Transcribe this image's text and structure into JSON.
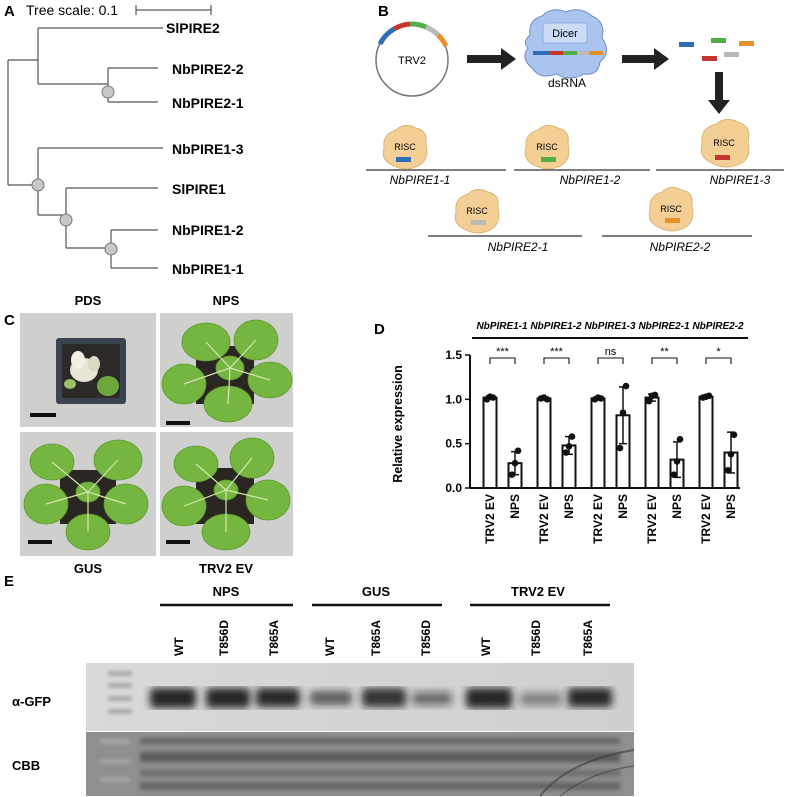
{
  "panel_labels": {
    "a": "A",
    "b": "B",
    "c": "C",
    "d": "D",
    "e": "E"
  },
  "panel_a": {
    "tree_scale": "Tree scale: 0.1",
    "leaves": [
      "SlPIRE2",
      "NbPIRE2-2",
      "NbPIRE2-1",
      "NbPIRE1-3",
      "SlPIRE1",
      "NbPIRE1-2",
      "NbPIRE1-1"
    ]
  },
  "panel_b": {
    "vector": "TRV2",
    "dicer": "Dicer",
    "dsrna": "dsRNA",
    "risc": "RISC",
    "targets": [
      "NbPIRE1-1",
      "NbPIRE1-2",
      "NbPIRE1-3",
      "NbPIRE2-1",
      "NbPIRE2-2"
    ]
  },
  "panel_c": {
    "labels": [
      "PDS",
      "NPS",
      "GUS",
      "TRV2 EV"
    ]
  },
  "panel_d": {
    "chart_data": {
      "type": "bar",
      "ylabel": "Relative expression",
      "ylim": [
        0,
        1.5
      ],
      "yticks": [
        "0.0",
        "0.5",
        "1.0",
        "1.5"
      ],
      "genes": [
        "NbPIRE1-1",
        "NbPIRE1-2",
        "NbPIRE1-3",
        "NbPIRE2-1",
        "NbPIRE2-2"
      ],
      "categories": [
        "TRV2 EV",
        "NPS"
      ],
      "series": [
        {
          "values": [
            1.02,
            0.28
          ],
          "err": [
            0.02,
            0.13
          ],
          "points": [
            [
              1.0,
              1.03,
              1.02
            ],
            [
              0.15,
              0.28,
              0.42
            ]
          ]
        },
        {
          "values": [
            1.01,
            0.48
          ],
          "err": [
            0.01,
            0.1
          ],
          "points": [
            [
              1.01,
              1.02,
              1.0
            ],
            [
              0.4,
              0.47,
              0.58
            ]
          ]
        },
        {
          "values": [
            1.01,
            0.82
          ],
          "err": [
            0.01,
            0.32
          ],
          "points": [
            [
              1.0,
              1.02,
              1.01
            ],
            [
              0.45,
              0.85,
              1.15
            ]
          ]
        },
        {
          "values": [
            1.02,
            0.32
          ],
          "err": [
            0.04,
            0.2
          ],
          "points": [
            [
              0.98,
              1.04,
              1.05
            ],
            [
              0.15,
              0.3,
              0.55
            ]
          ]
        },
        {
          "values": [
            1.03,
            0.4
          ],
          "err": [
            0.01,
            0.23
          ],
          "points": [
            [
              1.02,
              1.03,
              1.04
            ],
            [
              0.2,
              0.38,
              0.6
            ]
          ]
        }
      ],
      "significance": [
        "***",
        "***",
        "ns",
        "**",
        "*"
      ]
    }
  },
  "panel_e": {
    "groups": [
      "NPS",
      "GUS",
      "TRV2 EV"
    ],
    "lanes": [
      "WT",
      "T856D",
      "T865A",
      "WT",
      "T865A",
      "T856D",
      "WT",
      "T856D",
      "T865A"
    ],
    "rows": [
      "α-GFP",
      "CBB"
    ]
  },
  "colors": {
    "blue": "#2f6db5",
    "red": "#c8352e",
    "green": "#52ad49",
    "orange": "#e8902a",
    "grey": "#b9b9b9",
    "risc": "#f3cf96",
    "dicer": "#a9c4ee",
    "leaf": "#74b63f",
    "pot_bg": "#cfcfcd"
  }
}
